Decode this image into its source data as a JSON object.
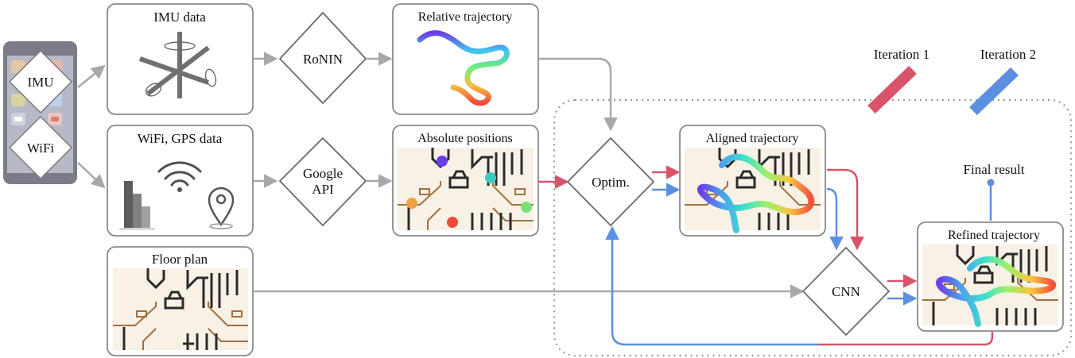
{
  "phone": {
    "label_imu": "IMU",
    "label_wifi": "WiFi"
  },
  "boxes": {
    "imu": "IMU data",
    "wifi_gps": "WiFi, GPS data",
    "floor_plan": "Floor plan",
    "relative": "Relative trajectory",
    "absolute": "Absolute positions",
    "aligned": "Aligned trajectory",
    "refined": "Refined trajectory"
  },
  "nodes": {
    "ronin": "RoNIN",
    "google_line1": "Google",
    "google_line2": "API",
    "optim": "Optim.",
    "cnn": "CNN"
  },
  "legend": {
    "iter1": "Iteration 1",
    "iter2": "Iteration 2",
    "iter1_color": "#d9546b",
    "iter2_color": "#5b8fe0"
  },
  "final_result": "Final result",
  "colors": {
    "gray_arrow": "#a8a8a8",
    "box_border": "#8a8a8a",
    "floor_bg": "#f8f1e6",
    "wall": "#2b2b2b",
    "room_outline": "#a0703f"
  }
}
